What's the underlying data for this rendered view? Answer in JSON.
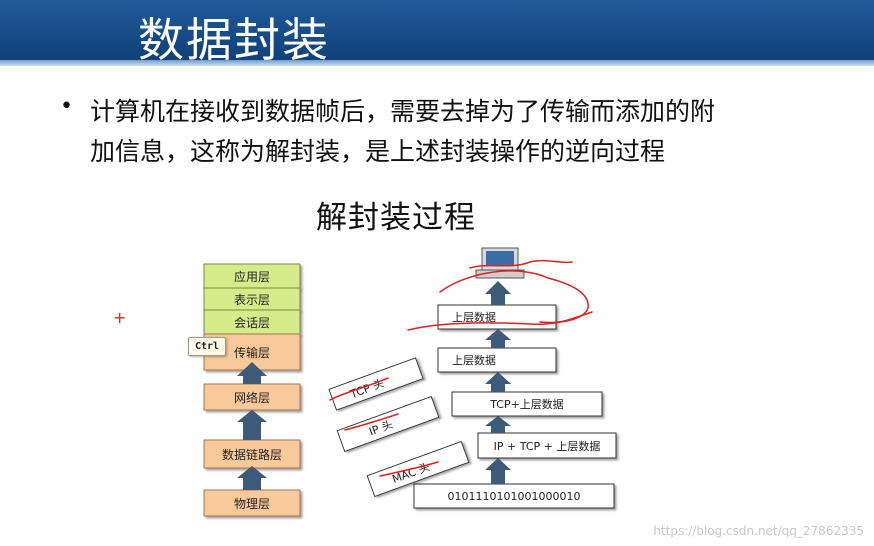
{
  "slide": {
    "title": "数据封装",
    "bullet_lines": [
      "计算机在接收到数据帧后，需要去掉为了传输而添加的附",
      "加信息，这称为解封装，是上述封装操作的逆向过程"
    ],
    "diagram_title": "解封装过程"
  },
  "layers": [
    "应用层",
    "表示层",
    "会话层",
    "传输层",
    "网络层",
    "数据链路层",
    "物理层"
  ],
  "stack": {
    "labels": [
      "上层数据",
      "上层数据",
      "TCP+上层数据",
      "IP + TCP + 上层数据",
      "0101110101001000010"
    ],
    "removed_headers": [
      "TCP 头",
      "IP 头",
      "MAC 头"
    ]
  },
  "tooltip": "Ctrl",
  "watermark": "https://blog.csdn.net/qq_27862335",
  "colors": {
    "title_bar": "#174e8c",
    "upper_layers": "#d6ec8a",
    "lower_layers": "#f8c99a",
    "arrow": "#3d5a7a",
    "annotation": "#e02020"
  },
  "icons": [
    "computer-icon",
    "up-arrow-icon"
  ]
}
